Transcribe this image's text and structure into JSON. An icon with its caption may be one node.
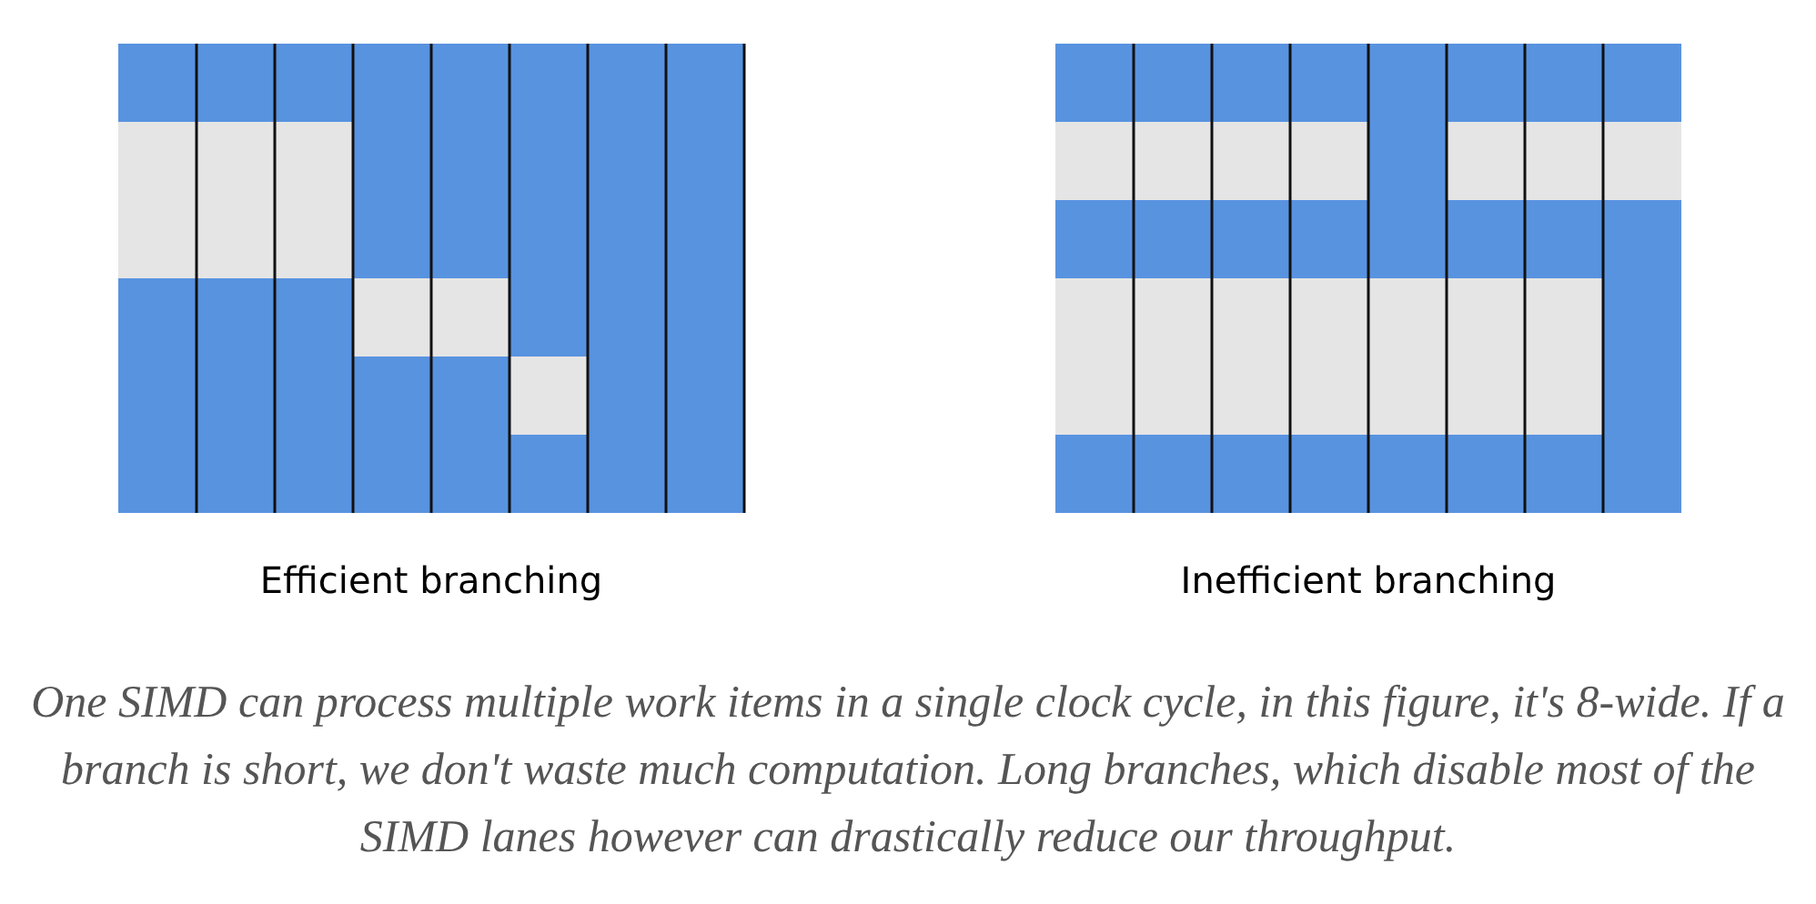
{
  "diagram": {
    "labels": [
      "Efficient branching",
      "Inefficient branching"
    ],
    "caption": "One SIMD can process multiple work items in a single clock cycle, in this figure, it's 8-wide. If a branch is short, we don't waste much computation. Long branches, which disable most of the SIMD lanes however can drastically reduce our throughput."
  }
}
